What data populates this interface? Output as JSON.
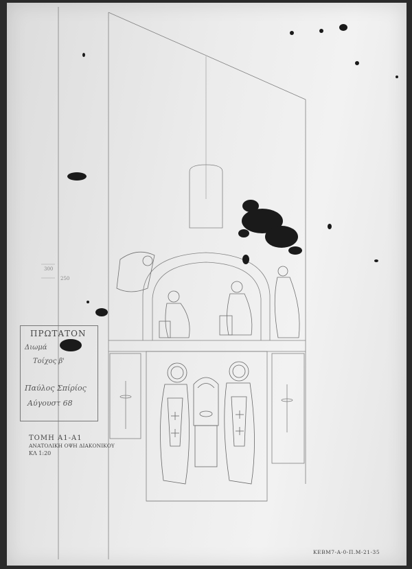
{
  "title_block": {
    "name": "ΠΡΩΤΑΤΟΝ",
    "line1": "Διωμά",
    "line2": "Τοίχος β'",
    "line3": "Παύλος Σπίρίος",
    "line4": "Αύγουστ 68"
  },
  "section_label": {
    "title": "ΤΟΜΗ Α1-Α1",
    "subtitle": "ΑΝΑΤΟΛΙΚΗ ΟΨΗ ΔΙΑΚΟΝΙΚΟΥ",
    "scale": "ΚΛ 1:20"
  },
  "archive_code": "ΚΕΒΜ7-Α-0-Π.Μ-21-35",
  "dimension_marks": [
    "300",
    "250"
  ],
  "colors": {
    "paper": "#ebebeb",
    "pencil": "#7a7a7a",
    "ink": "#1a1a1a"
  }
}
